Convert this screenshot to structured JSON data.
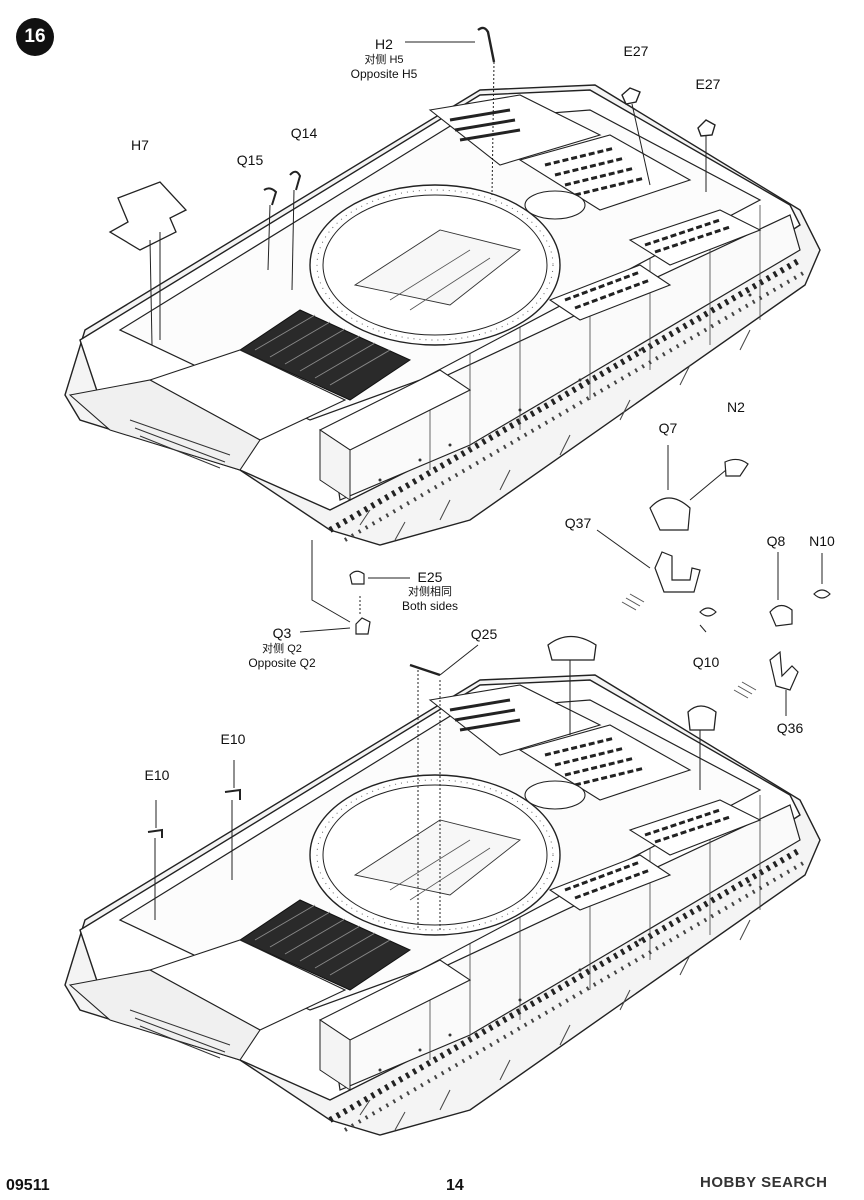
{
  "step": "16",
  "parts": {
    "H2": "H2",
    "H2_cn": "对侧 H5",
    "H2_en": "Opposite H5",
    "E27a": "E27",
    "E27b": "E27",
    "H7": "H7",
    "Q14": "Q14",
    "Q15": "Q15",
    "N2": "N2",
    "Q7": "Q7",
    "Q37": "Q37",
    "Q8": "Q8",
    "N10": "N10",
    "E25": "E25",
    "E25_cn": "对侧相同",
    "E25_en": "Both sides",
    "Q3": "Q3",
    "Q3_cn": "对侧 Q2",
    "Q3_en": "Opposite Q2",
    "Q25": "Q25",
    "Q10": "Q10",
    "Q36": "Q36",
    "E10a": "E10",
    "E10b": "E10"
  },
  "footer": {
    "code": "09511",
    "page": "14",
    "watermark": "HOBBY SEARCH"
  }
}
